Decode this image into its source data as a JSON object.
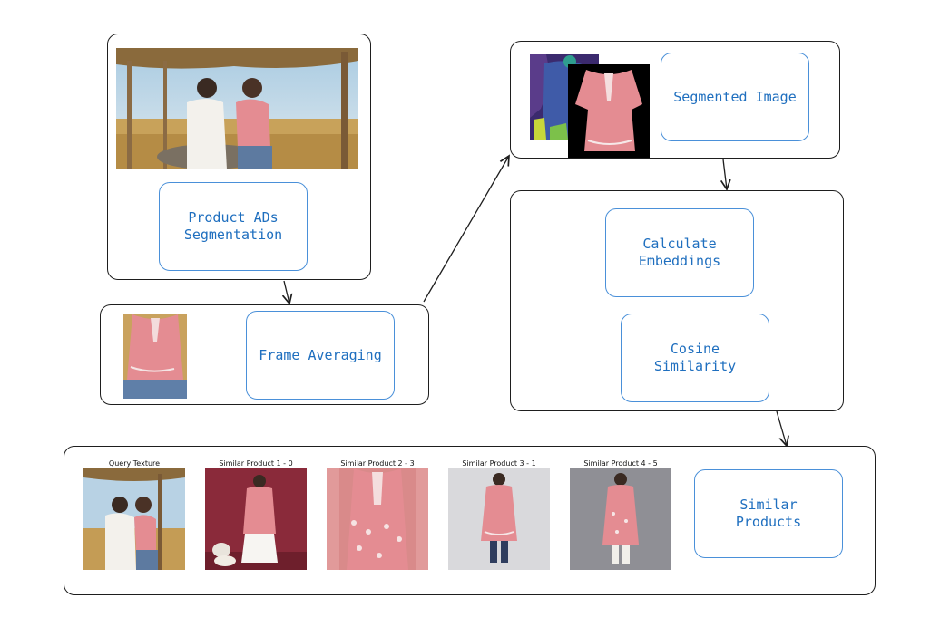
{
  "boxes": {
    "segmentation": "Product ADs\nSegmentation",
    "frame_averaging": "Frame Averaging",
    "segmented_image": "Segmented Image",
    "embeddings": "Calculate\nEmbeddings",
    "cosine": "Cosine\nSimilarity",
    "similar_products": "Similar\nProducts"
  },
  "captions": {
    "query": "Query Texture",
    "p1": "Similar Product 1 - 0",
    "p2": "Similar Product 2 - 3",
    "p3": "Similar Product 3 - 1",
    "p4": "Similar Product 4 - 5"
  },
  "colors": {
    "panel_border": "#1e1e1e",
    "label_border": "#4a90d9",
    "label_text": "#1f6fbf",
    "kurta_pink": "#e48c92"
  },
  "icons": [
    "ad-scene-photo",
    "kurta-crop-photo",
    "segmentation-mask-image",
    "segmented-kurta-image",
    "product-photo"
  ]
}
